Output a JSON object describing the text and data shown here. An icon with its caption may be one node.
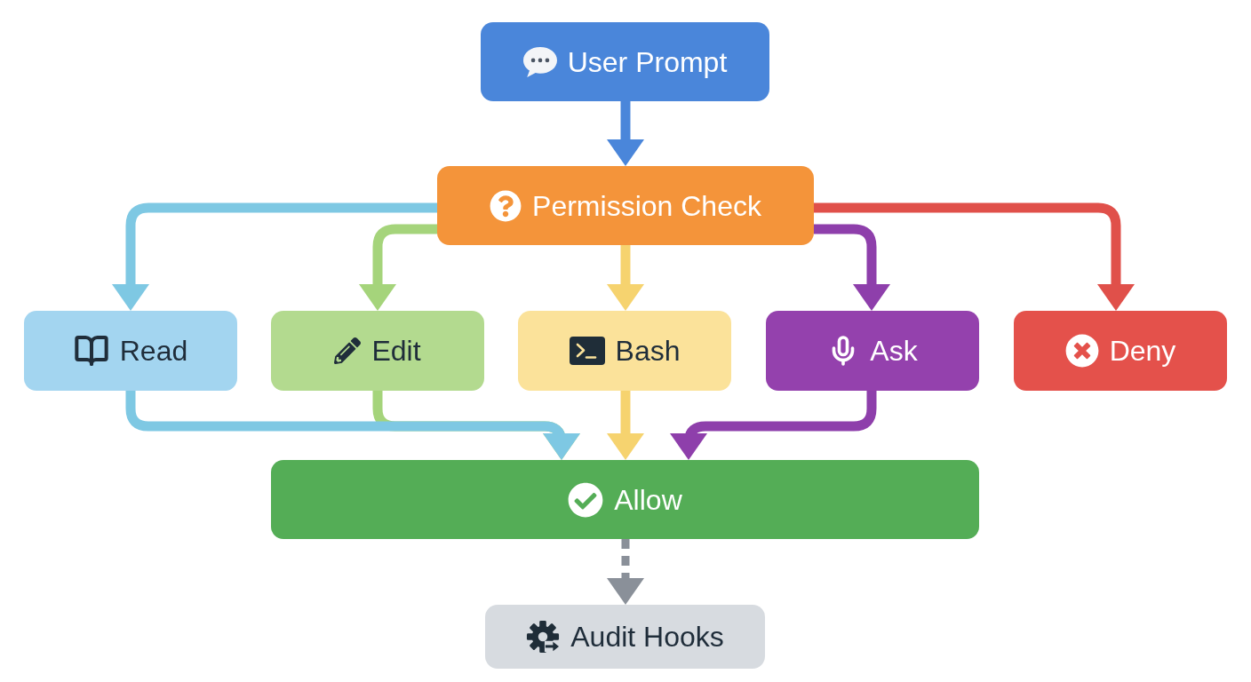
{
  "diagram": {
    "nodes": [
      {
        "text": [
          "User Prompt"
        ]
      },
      {
        "text": [
          "Permission Check"
        ]
      },
      {
        "text": [
          "Read"
        ]
      },
      {
        "text": [
          "Edit"
        ]
      },
      {
        "text": [
          "Bash"
        ]
      },
      {
        "text": [
          "Ask"
        ]
      },
      {
        "text": [
          "Deny"
        ]
      },
      {
        "text": [
          "Allow"
        ]
      },
      {
        "text": [
          "Audit Hooks"
        ]
      }
    ],
    "edges": [
      {
        "from": 0,
        "to": 1,
        "arrow": "to",
        "color": "#4a86da"
      },
      {
        "from": 1,
        "to": 2,
        "arrow": "to",
        "color": "#7ec8e3"
      },
      {
        "from": 1,
        "to": 3,
        "arrow": "to",
        "color": "#a5d47b"
      },
      {
        "from": 1,
        "to": 4,
        "arrow": "to",
        "color": "#f6d36f"
      },
      {
        "from": 1,
        "to": 5,
        "arrow": "to",
        "color": "#8e3fab"
      },
      {
        "from": 1,
        "to": 6,
        "arrow": "to",
        "color": "#e0504a"
      },
      {
        "from": 2,
        "to": 7,
        "arrow": "to",
        "color": "#7ec8e3"
      },
      {
        "from": 3,
        "to": 7,
        "arrow": "to",
        "color": "#a5d47b"
      },
      {
        "from": 4,
        "to": 7,
        "arrow": "to",
        "color": "#f6d36f"
      },
      {
        "from": 5,
        "to": 7,
        "arrow": "to",
        "color": "#8e3fab"
      },
      {
        "from": 7,
        "to": 8,
        "arrow": "to",
        "style": "dashed",
        "color": "#8a9099"
      }
    ]
  }
}
